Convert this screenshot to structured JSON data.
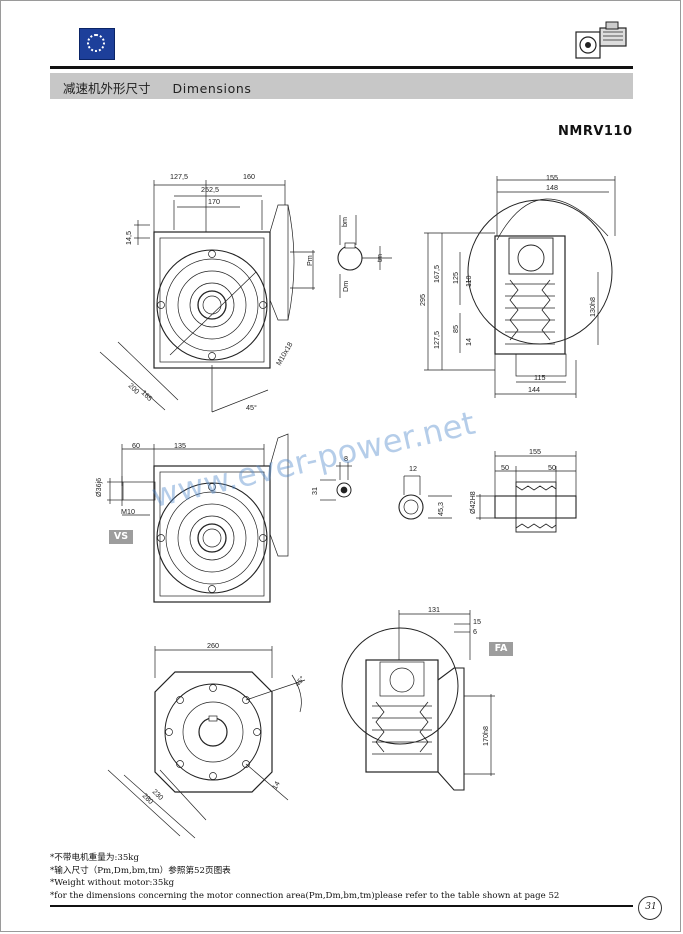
{
  "header": {
    "title_cn": "减速机外形尺寸",
    "title_en": "Dimensions"
  },
  "model": "NMRV110",
  "tags": {
    "vs": "VS",
    "fa": "FA"
  },
  "watermark": "www.ever-power.net",
  "dimensions": {
    "view1": {
      "d127_5": "127,5",
      "d160": "160",
      "d252_5": "252,5",
      "d170": "170",
      "d14_5": "14,5",
      "d165": "165",
      "d200": "200",
      "m10": "M10x18",
      "angle": "45°"
    },
    "shaft": {
      "bm": "bm",
      "tm": "tm",
      "pm": "Pm",
      "dm": "Dm"
    },
    "view2": {
      "d155": "155",
      "d148": "148",
      "d295": "295",
      "d167_5": "167,5",
      "d125": "125",
      "d110": "110",
      "d127_5": "127,5",
      "d85": "85",
      "d14": "14",
      "d130h8": "130h8",
      "d115": "115",
      "d144": "144"
    },
    "view3": {
      "d60": "60",
      "d135": "135",
      "d36h6": "Ø36j6",
      "m10": "M10",
      "d8": "8",
      "d31": "31",
      "d12": "12",
      "d45_3": "45,3",
      "d155": "155",
      "d50a": "50",
      "d50b": "50",
      "d42h8": "Ø42H8"
    },
    "view4": {
      "d260": "260",
      "angle": "45°",
      "d230": "230",
      "d280": "280",
      "d14": "14"
    },
    "view5": {
      "d131": "131",
      "d15": "15",
      "d6": "6",
      "d170h8": "170h8"
    }
  },
  "notes": [
    "*不带电机重量为:35kg",
    "*输入尺寸（Pm,Dm,bm,tm）参照第52页图表",
    "*Weight without motor:35kg",
    "*for the dimensions concerning the motor connection area(Pm,Dm,bm,tm)please refer to the table shown at page 52"
  ],
  "page_number": "31"
}
